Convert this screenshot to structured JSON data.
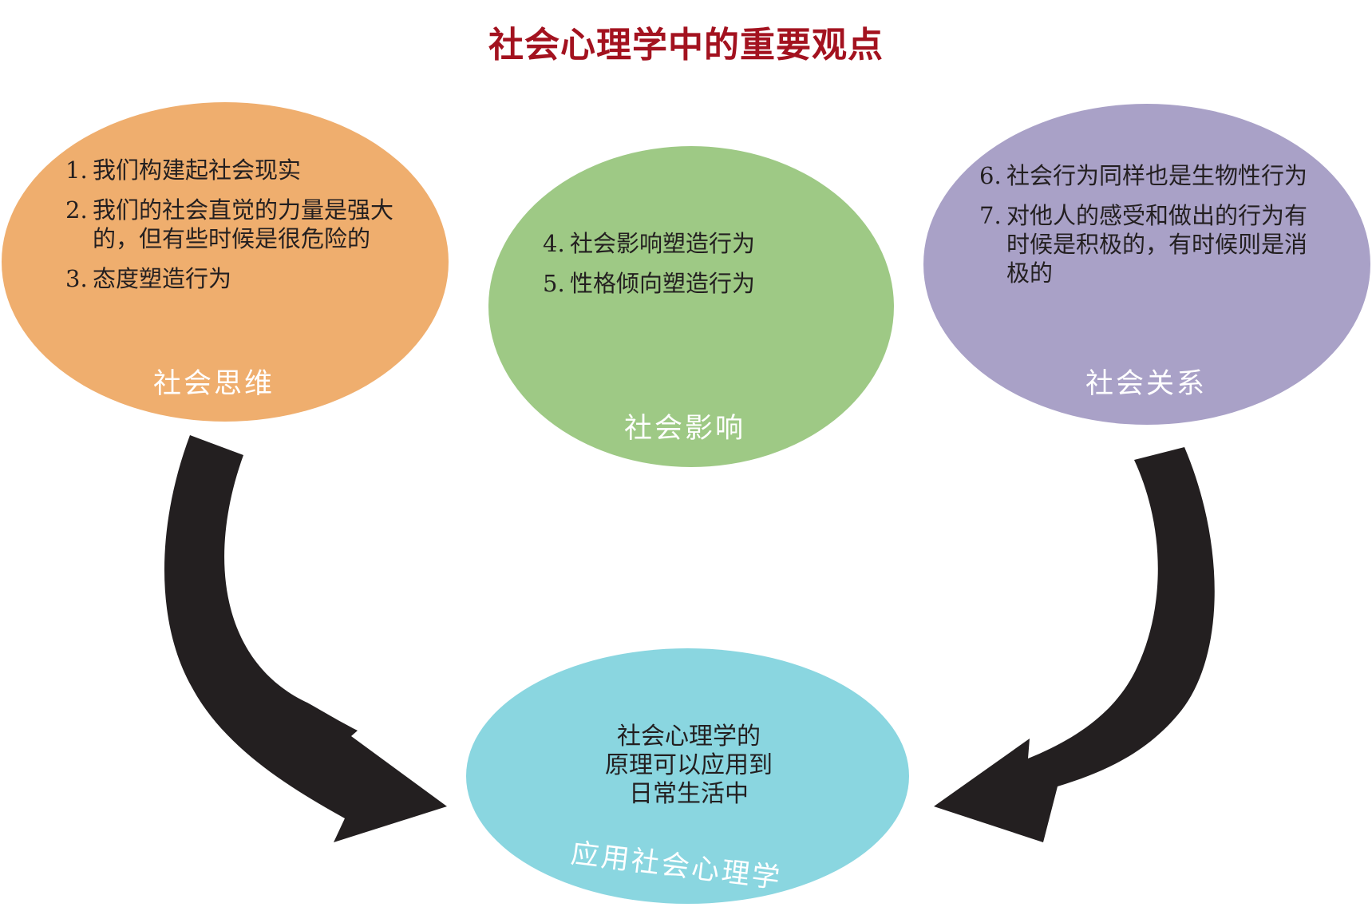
{
  "title": "社会心理学中的重要观点",
  "colors": {
    "title": "#a3121f",
    "social_thinking": "#efae6e",
    "social_influence": "#9ec985",
    "social_relations": "#a9a1c7",
    "applying": "#8ad6e0",
    "arrow": "#231f20"
  },
  "social_thinking": {
    "label": "社会思维",
    "items": [
      {
        "num": "1.",
        "text": "我们构建起社会现实"
      },
      {
        "num": "2.",
        "text": "我们的社会直觉的力量是强大的，但有些时候是很危险的"
      },
      {
        "num": "3.",
        "text": "态度塑造行为"
      }
    ]
  },
  "social_influence": {
    "label": "社会影响",
    "items": [
      {
        "num": "4.",
        "text": "社会影响塑造行为"
      },
      {
        "num": "5.",
        "text": "性格倾向塑造行为"
      }
    ]
  },
  "social_relations": {
    "label": "社会关系",
    "items": [
      {
        "num": "6.",
        "text": "社会行为同样也是生物性行为"
      },
      {
        "num": "7.",
        "text": "对他人的感受和做出的行为有时候是积极的，有时候则是消极的"
      }
    ]
  },
  "applying": {
    "label": "应用社会心理学",
    "lines": [
      "社会心理学的",
      "原理可以应用到",
      "日常生活中"
    ]
  }
}
